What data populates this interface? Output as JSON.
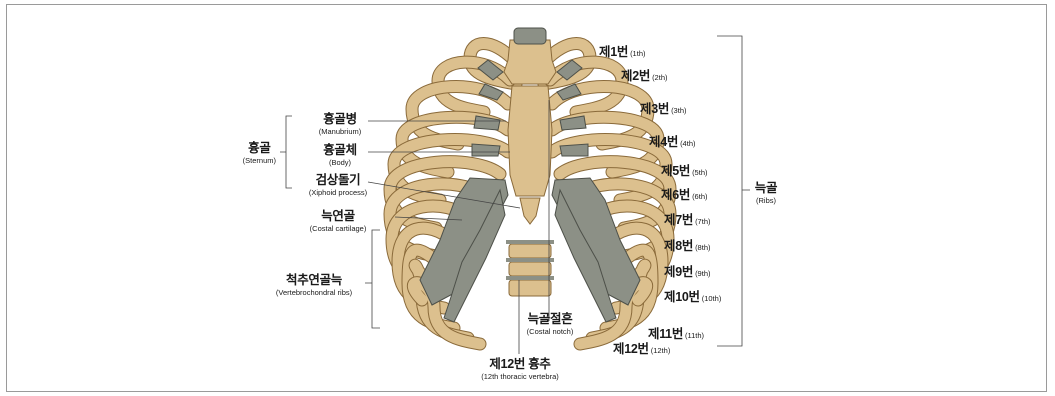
{
  "colors": {
    "bone": "#dcc08e",
    "bone_edge": "#8a6a3a",
    "cartilage": "#8c9086",
    "cartilage_edge": "#4d5049",
    "leader": "#444444"
  },
  "labels": {
    "sternum": {
      "ko": "흉골",
      "en": "(Sternum)"
    },
    "manubrium": {
      "ko": "흉골병",
      "en": "(Manubrium)"
    },
    "body": {
      "ko": "흉골체",
      "en": "(Body)"
    },
    "xiphoid": {
      "ko": "검상돌기",
      "en": "(Xiphoid process)"
    },
    "costal_cartilage": {
      "ko": "늑연골",
      "en": "(Costal cartilage)"
    },
    "vertebrochondral": {
      "ko": "척추연골늑",
      "en": "(Vertebrochondral ribs)"
    },
    "costal_notch": {
      "ko": "늑골절흔",
      "en": "(Costal notch)"
    },
    "thoracic_vertebra": {
      "ko": "제12번 흉추",
      "en": "(12th thoracic vertebra)"
    },
    "ribs": {
      "ko": "늑골",
      "en": "(Ribs)"
    }
  },
  "rib_labels": [
    {
      "ko": "제1번",
      "en": "(1th)"
    },
    {
      "ko": "제2번",
      "en": "(2th)"
    },
    {
      "ko": "제3번",
      "en": "(3th)"
    },
    {
      "ko": "제4번",
      "en": "(4th)"
    },
    {
      "ko": "제5번",
      "en": "(5th)"
    },
    {
      "ko": "제6번",
      "en": "(6th)"
    },
    {
      "ko": "제7번",
      "en": "(7th)"
    },
    {
      "ko": "제8번",
      "en": "(8th)"
    },
    {
      "ko": "제9번",
      "en": "(9th)"
    },
    {
      "ko": "제10번",
      "en": "(10th)"
    },
    {
      "ko": "제11번",
      "en": "(11th)"
    },
    {
      "ko": "제12번",
      "en": "(12th)"
    }
  ]
}
